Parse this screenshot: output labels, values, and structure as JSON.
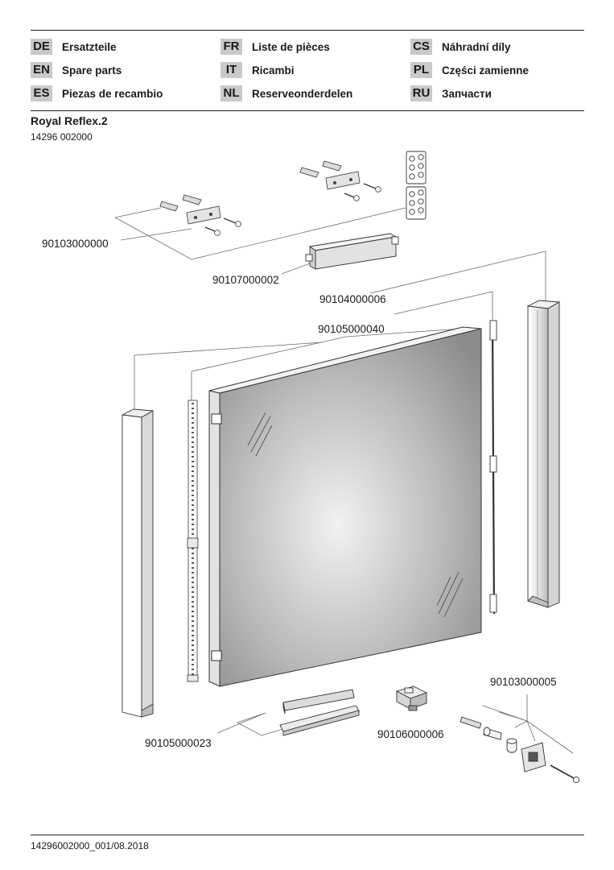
{
  "languages": [
    {
      "code": "DE",
      "name": "Ersatzteile"
    },
    {
      "code": "EN",
      "name": "Spare parts"
    },
    {
      "code": "ES",
      "name": "Piezas de recambio"
    },
    {
      "code": "FR",
      "name": "Liste de pièces"
    },
    {
      "code": "IT",
      "name": "Ricambi"
    },
    {
      "code": "NL",
      "name": "Reserveonderdelen"
    },
    {
      "code": "CS",
      "name": "Náhradní díly"
    },
    {
      "code": "PL",
      "name": "Części zamienne"
    },
    {
      "code": "RU",
      "name": "Запчасти"
    }
  ],
  "product": {
    "title": "Royal Reflex.2",
    "article_number": "14296 002000"
  },
  "parts": {
    "mounting_set": "90103000000",
    "driver": "90107000002",
    "side_profile": "90104000006",
    "door_mirror": "90105000040",
    "bottom_rail": "90105000023",
    "switch": "90106000006",
    "wall_fixing_set": "90103000005"
  },
  "footer": {
    "doc_id": "14296002000_001/08.2018"
  }
}
